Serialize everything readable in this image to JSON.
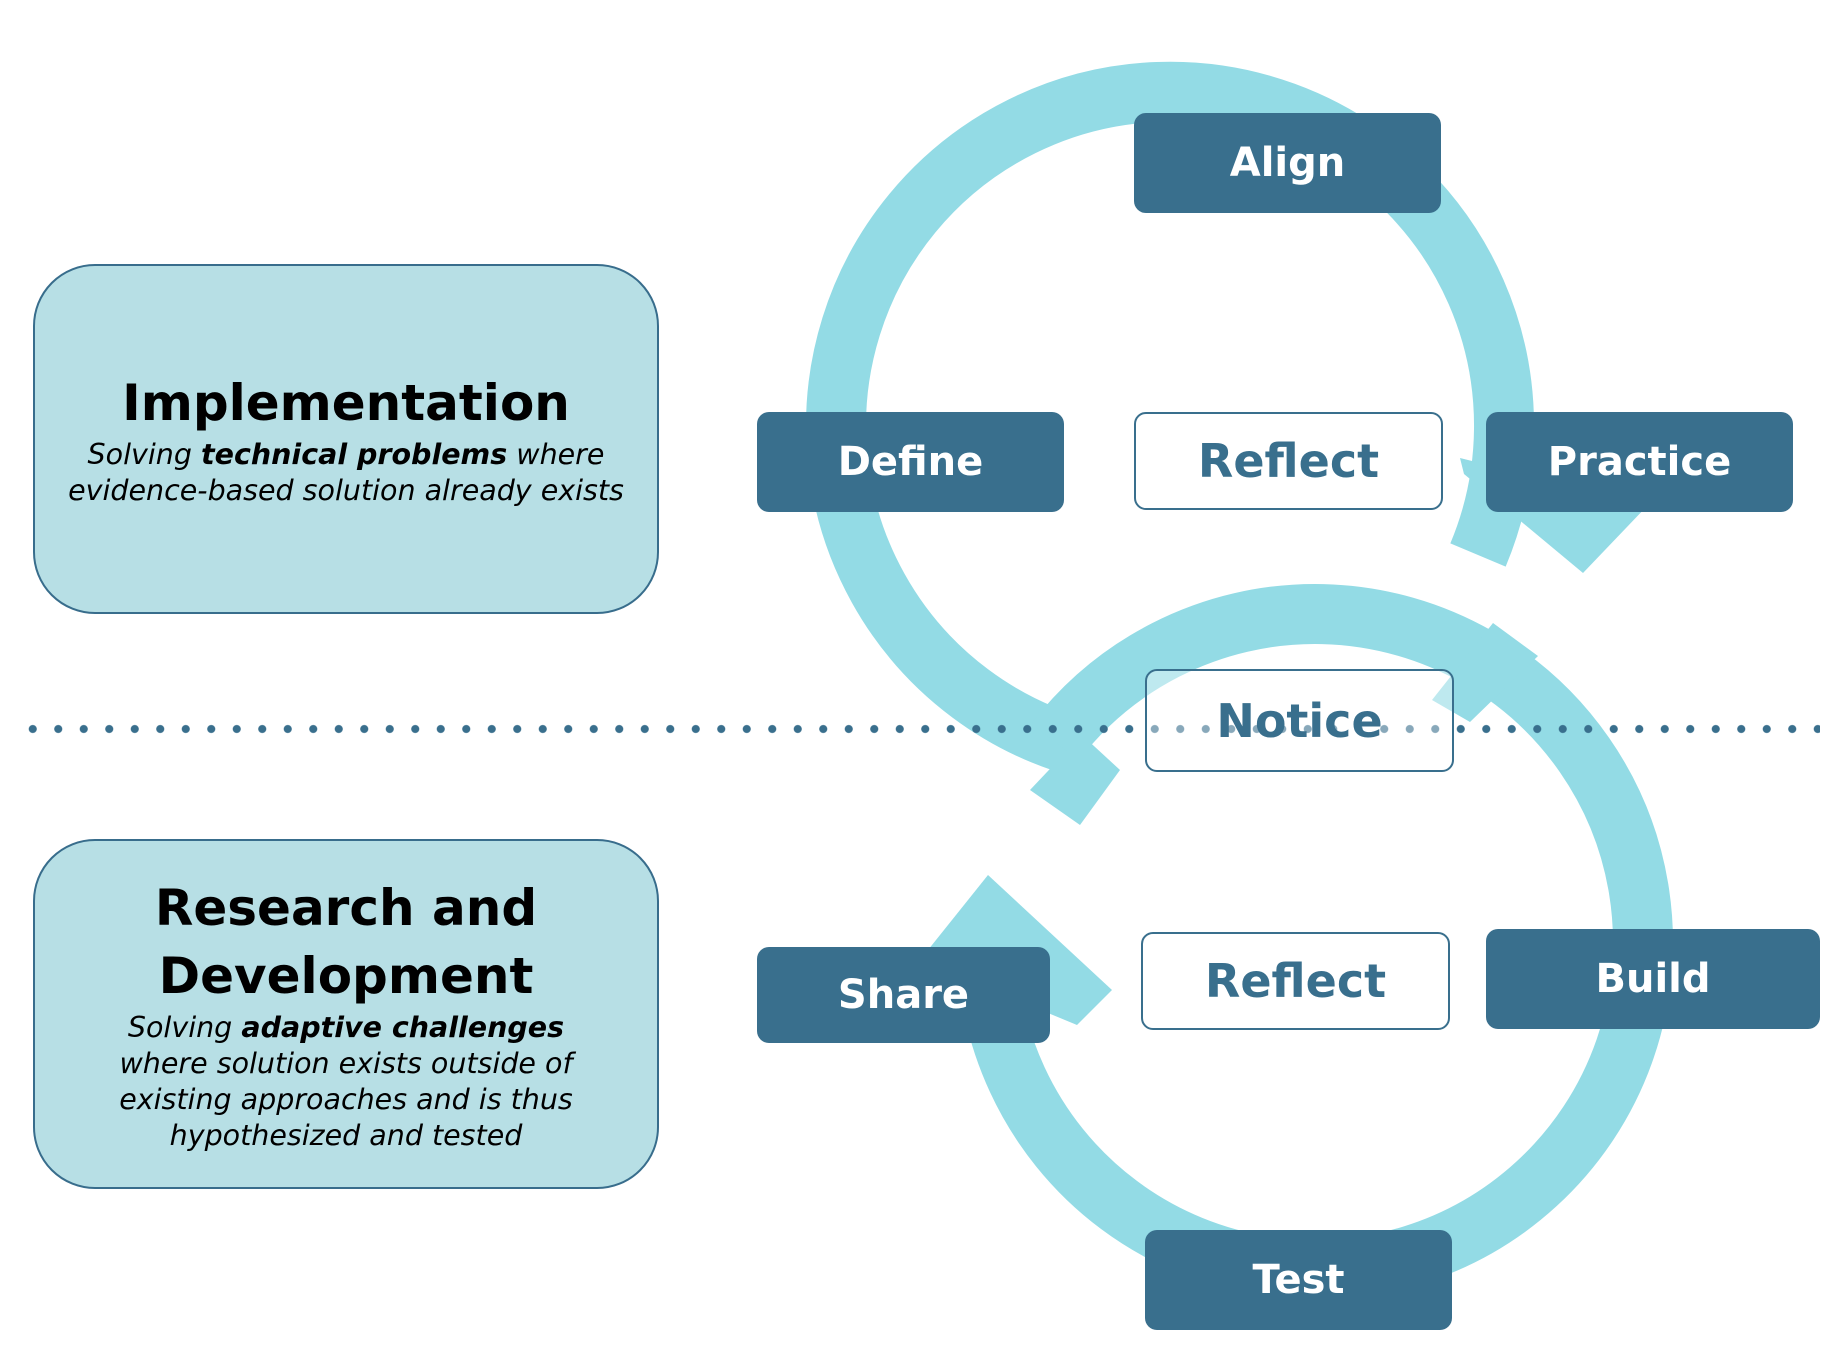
{
  "panels": {
    "implementation": {
      "title": "Implementation",
      "desc_pre": "Solving ",
      "desc_bold": "technical problems",
      "desc_post": " where evidence-based solution already exists"
    },
    "research": {
      "title_line1": "Research and",
      "title_line2": "Development",
      "desc_pre": "Solving ",
      "desc_bold": "adaptive challenges",
      "desc_post": " where solution exists outside of existing approaches and is thus hypothesized and tested"
    }
  },
  "steps": {
    "align": "Align",
    "define": "Define",
    "reflect_top": "Reflect",
    "practice": "Practice",
    "notice": "Notice",
    "share": "Share",
    "reflect_bottom": "Reflect",
    "build": "Build",
    "test": "Test"
  },
  "colors": {
    "ring": "#93dbe5",
    "step_dark": "#396f8d",
    "panel_fill": "#b7dfe5"
  }
}
